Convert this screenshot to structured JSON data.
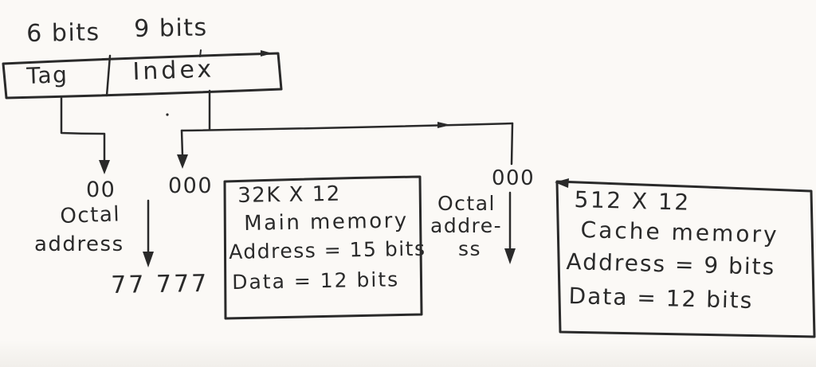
{
  "labels": {
    "tag_bits": "6 bits",
    "index_bits": "9 bits"
  },
  "address_box": {
    "tag": "Tag",
    "index": "Index"
  },
  "left_octal": {
    "start": "00",
    "label_line1": "Octal",
    "label_line2": "address",
    "end": "77 777"
  },
  "index_octal": {
    "start": "000"
  },
  "main_memory": {
    "size": "32K X 12",
    "name": "Main memory",
    "address_line": "Address = 15 bits",
    "data_line": "Data = 12 bits"
  },
  "right_octal": {
    "start": "000",
    "label_line1": "Octal",
    "label_line2": "addre-",
    "label_line3": "ss"
  },
  "cache_memory": {
    "size": "512 X 12",
    "name": "Cache memory",
    "address_line": "Address = 9 bits",
    "data_line": "Data = 12 bits"
  },
  "colors": {
    "ink": "#2a2a2a",
    "paper": "#fbf9f6"
  }
}
